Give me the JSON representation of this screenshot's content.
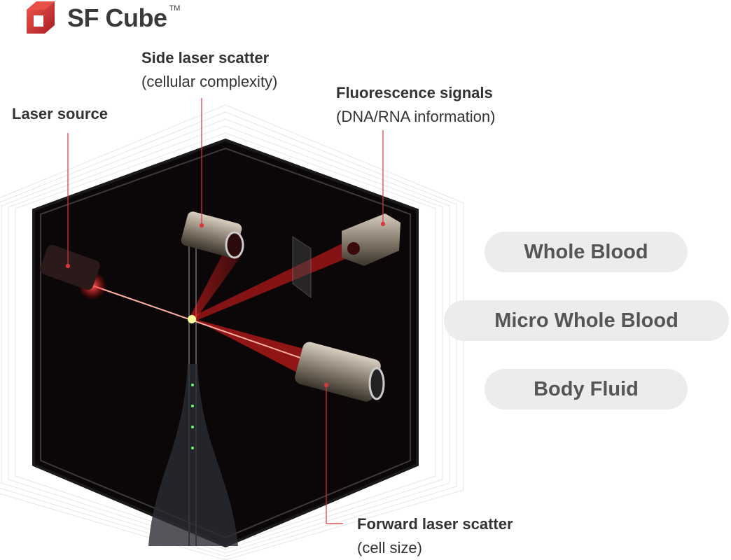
{
  "logo": {
    "name": "SF Cube",
    "trademark": "TM"
  },
  "labels": {
    "side_scatter": {
      "title": "Side laser scatter",
      "subtitle": "(cellular complexity)"
    },
    "fluorescence": {
      "title": "Fluorescence signals",
      "subtitle": "(DNA/RNA information)"
    },
    "laser_source": {
      "title": "Laser source"
    },
    "forward_scatter": {
      "title": "Forward laser scatter",
      "subtitle": "(cell size)"
    }
  },
  "sample_types": [
    "Whole Blood",
    "Micro Whole Blood",
    "Body Fluid"
  ],
  "colors": {
    "accent": "#d9373c",
    "pill_bg": "#ececec",
    "text": "#333333"
  }
}
